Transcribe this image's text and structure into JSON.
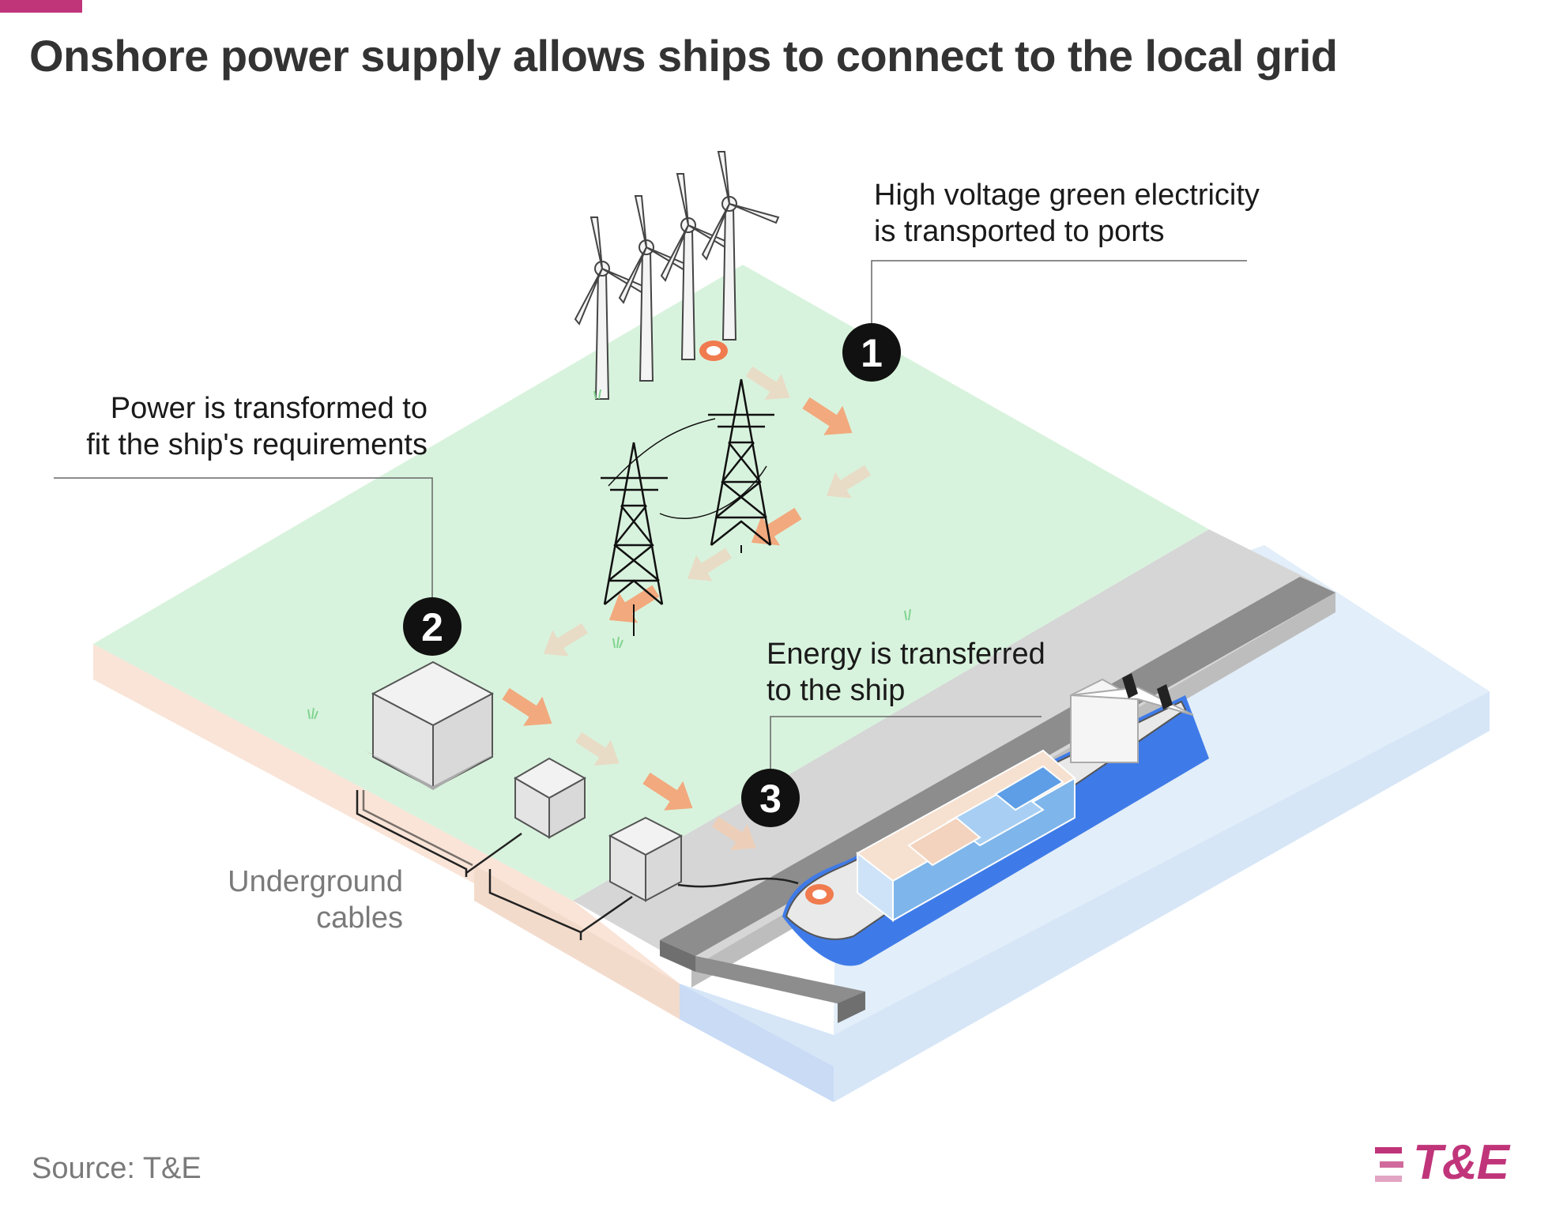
{
  "title": "Onshore power supply allows ships to connect to the local grid",
  "steps": [
    {
      "number": "1",
      "lines": [
        "High voltage green electricity",
        "is transported to ports"
      ]
    },
    {
      "number": "2",
      "lines": [
        "Power is transformed to",
        "fit the ship's requirements"
      ]
    },
    {
      "number": "3",
      "lines": [
        "Energy is transferred",
        "to the ship"
      ]
    }
  ],
  "underground_label": [
    "Underground",
    "cables"
  ],
  "source": "Source: T&E",
  "logo": "T&E",
  "colors": {
    "accent": "#c0347a",
    "land": "#d8f3dd",
    "quay": "#d6d6d6",
    "water": "#e2eef9",
    "ship_hull": "#3f7be8",
    "flow_arrow": "#f2a97e",
    "marker": "#f07b4f"
  }
}
